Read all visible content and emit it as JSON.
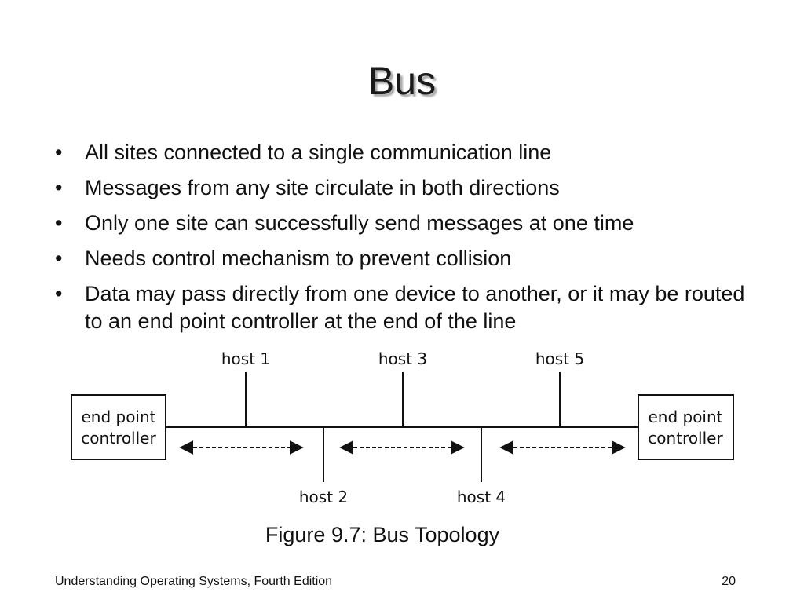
{
  "slide": {
    "title": "Bus",
    "bullets": [
      "All sites connected to a single communication line",
      "Messages from any site circulate in both directions",
      "Only one site can successfully send messages at one time",
      "Needs control mechanism to prevent collision",
      "Data may pass directly from one device to another, or it may be routed to an end point controller at the end of the line"
    ],
    "bullet_glyph": "•",
    "diagram": {
      "left_controller": [
        "end point",
        "controller"
      ],
      "right_controller": [
        "end point",
        "controller"
      ],
      "hosts_top": [
        "host 1",
        "host 3",
        "host 5"
      ],
      "hosts_bottom": [
        "host 2",
        "host 4"
      ]
    },
    "caption": "Figure 9.7:  Bus Topology",
    "footer": {
      "book": "Understanding Operating Systems, Fourth Edition",
      "page": "20"
    }
  }
}
